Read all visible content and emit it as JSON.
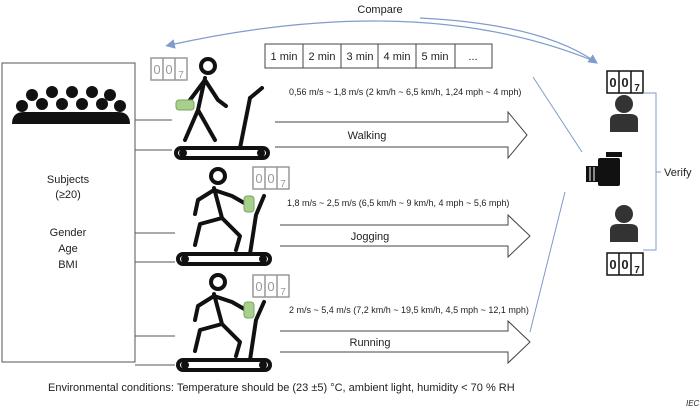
{
  "compare_label": "Compare",
  "verify_label": "Verify",
  "time_slots": [
    "1 min",
    "2 min",
    "3 min",
    "4 min",
    "5 min",
    "..."
  ],
  "subjects": {
    "title_line1": "Subjects",
    "title_line2": "(≥20)",
    "attributes": [
      "Gender",
      "Age",
      "BMI"
    ]
  },
  "activities": [
    {
      "label": "Walking",
      "speed": "0,56 m/s ~ 1,8 m/s (2 km/h ~ 6,5 km/h, 1,24 mph ~ 4 mph)"
    },
    {
      "label": "Jogging",
      "speed": "1,8 m/s ~ 2,5 m/s (6,5 km/h ~ 9 km/h, 4 mph ~ 5,6 mph)"
    },
    {
      "label": "Running",
      "speed": "2 m/s ~ 5,4 m/s (7,2 km/h ~ 19,5 km/h, 4,5 mph ~ 12,1 mph)"
    }
  ],
  "counter_digits": [
    "0",
    "0",
    "7"
  ],
  "environment": "Environmental conditions: Temperature should be (23 ±5) °C, ambient light, humidity < 70 % RH",
  "credit": "IEC",
  "colors": {
    "line_blue": "#7f9ccc",
    "watch_green": "#a8d08d",
    "counter_gray": "#999999"
  }
}
